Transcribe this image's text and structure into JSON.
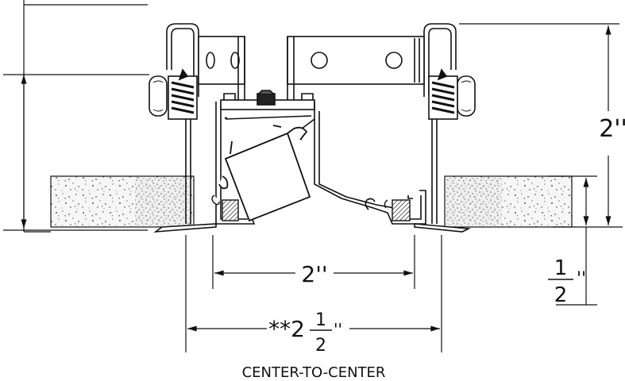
{
  "dimensions": {
    "overall_height": "2''",
    "inner_opening": "2''",
    "ceiling_thickness": {
      "numerator": "1",
      "denominator": "2",
      "unit": "''"
    },
    "center_to_center": {
      "prefix": "**2",
      "numerator": "1",
      "denominator": "2",
      "unit": "''"
    }
  },
  "captions": {
    "center_to_center": "CENTER-TO-CENTER"
  }
}
